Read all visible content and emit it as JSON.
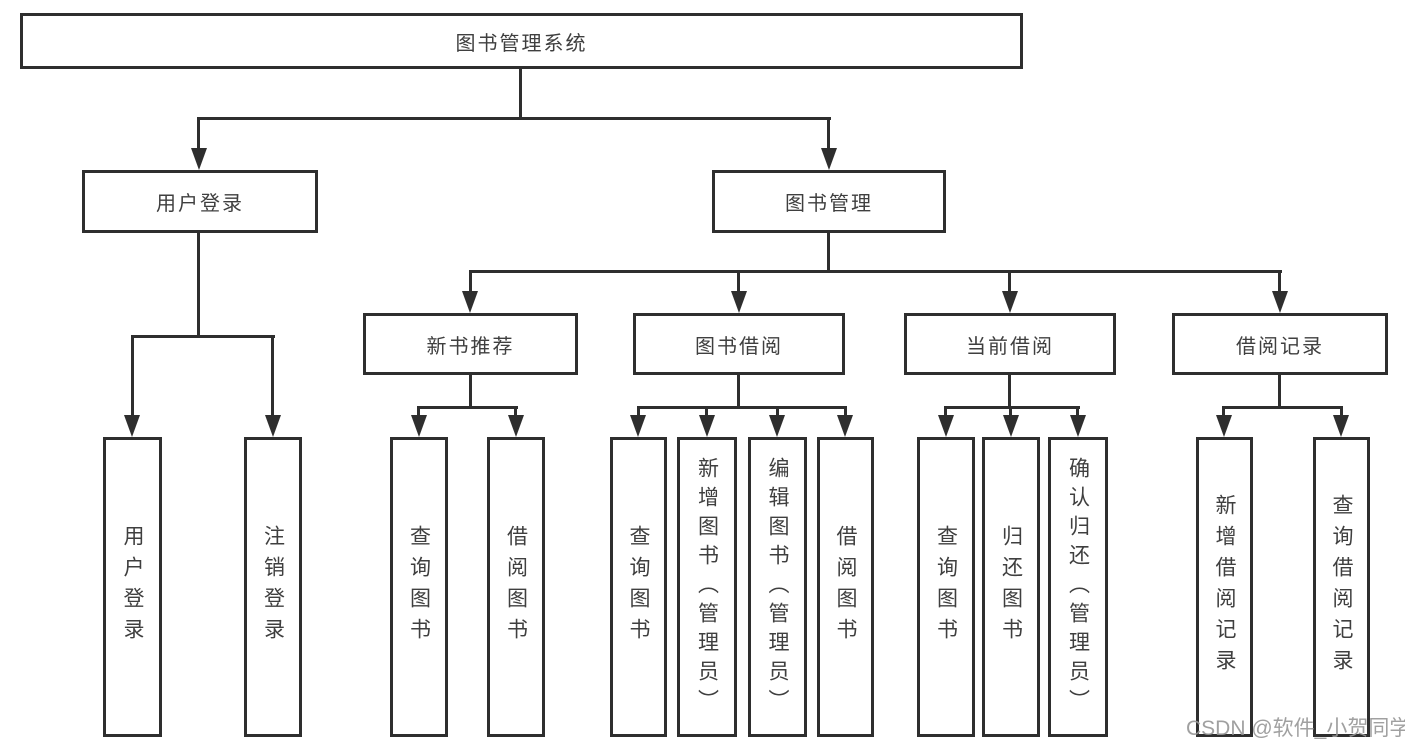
{
  "diagram": {
    "root": {
      "label": "图书管理系统"
    },
    "modules": [
      {
        "label": "用户登录",
        "features": [
          {
            "label": "用户登录"
          },
          {
            "label": "注销登录"
          }
        ]
      },
      {
        "label": "图书管理",
        "sections": [
          {
            "label": "新书推荐",
            "features": [
              {
                "label": "查询图书"
              },
              {
                "label": "借阅图书"
              }
            ]
          },
          {
            "label": "图书借阅",
            "features": [
              {
                "label": "查询图书"
              },
              {
                "label": "新增图书（管理员）"
              },
              {
                "label": "编辑图书（管理员）"
              },
              {
                "label": "借阅图书"
              }
            ]
          },
          {
            "label": "当前借阅",
            "features": [
              {
                "label": "查询图书"
              },
              {
                "label": "归还图书"
              },
              {
                "label": "确认归还（管理员）"
              }
            ]
          },
          {
            "label": "借阅记录",
            "features": [
              {
                "label": "新增借阅记录"
              },
              {
                "label": "查询借阅记录"
              }
            ]
          }
        ]
      }
    ]
  },
  "watermark": {
    "text": "CSDN @软件_小贺同学"
  },
  "colors": {
    "line": "#2e2e2e",
    "text": "#3f3f3f",
    "background": "#ffffff",
    "watermark": "#969696"
  }
}
